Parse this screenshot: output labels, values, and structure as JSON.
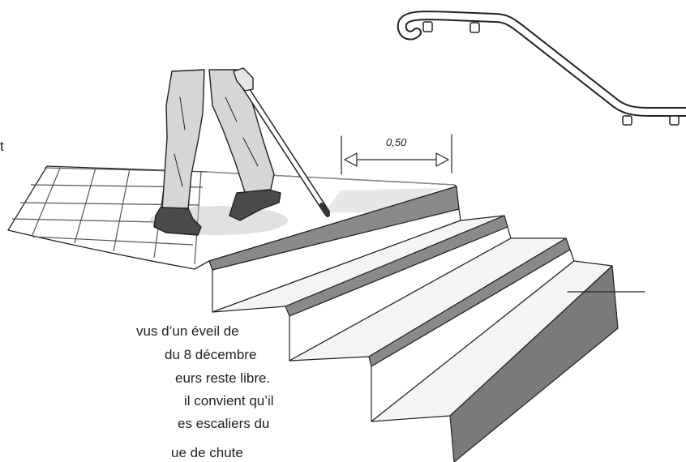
{
  "illustration": {
    "dimension_label": "0,50"
  },
  "margin_text": {
    "fragment": "t",
    "lines": [
      "vus d’un éveil de",
      "du 8 décembre",
      "eurs reste libre.",
      "il convient qu’il",
      "es escaliers du",
      "ue de chute"
    ]
  },
  "colors": {
    "background": "#ffffff",
    "ink": "#222222",
    "nosing_strip": "#8a8a8a",
    "shoe": "#4a4a4a"
  }
}
